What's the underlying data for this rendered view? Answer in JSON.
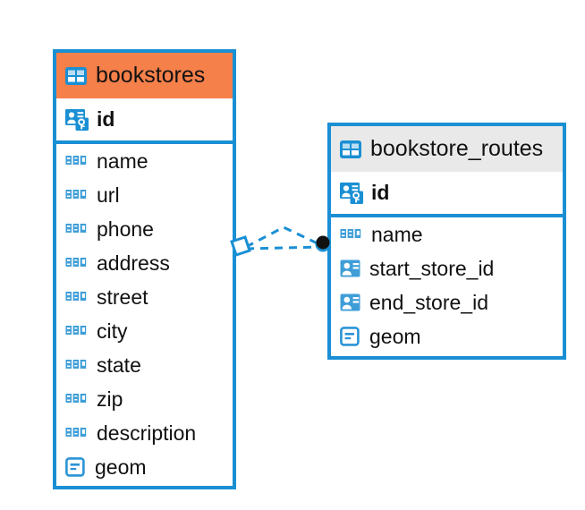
{
  "diagram": {
    "type": "entity-relationship-diagram",
    "background": "#ffffff",
    "accent_color": "#1a8fd4",
    "header_highlight_color": "#f5804a",
    "header_neutral_color": "#e9e9e9"
  },
  "entities": [
    {
      "name": "bookstores",
      "header_style": "accent",
      "table_icon": "table-icon",
      "primary_key": {
        "label": "id",
        "icon": "primary-key-icon"
      },
      "fields": [
        {
          "label": "name",
          "icon": "text-type-icon"
        },
        {
          "label": "url",
          "icon": "text-type-icon"
        },
        {
          "label": "phone",
          "icon": "text-type-icon"
        },
        {
          "label": "address",
          "icon": "text-type-icon"
        },
        {
          "label": "street",
          "icon": "text-type-icon"
        },
        {
          "label": "city",
          "icon": "text-type-icon"
        },
        {
          "label": "state",
          "icon": "text-type-icon"
        },
        {
          "label": "zip",
          "icon": "text-type-icon"
        },
        {
          "label": "description",
          "icon": "text-type-icon"
        },
        {
          "label": "geom",
          "icon": "geometry-type-icon"
        }
      ]
    },
    {
      "name": "bookstore_routes",
      "header_style": "neutral",
      "table_icon": "table-icon",
      "primary_key": {
        "label": "id",
        "icon": "primary-key-icon"
      },
      "fields": [
        {
          "label": "name",
          "icon": "text-type-icon"
        },
        {
          "label": "start_store_id",
          "icon": "foreign-key-icon"
        },
        {
          "label": "end_store_id",
          "icon": "foreign-key-icon"
        },
        {
          "label": "geom",
          "icon": "geometry-type-icon"
        }
      ]
    }
  ],
  "relationship": {
    "source_entity": "bookstores",
    "target_entity": "bookstore_routes",
    "line_style": "dashed",
    "line_color": "#1a8fd4",
    "source_marker": "diamond-marker",
    "target_marker": "filled-circle-marker"
  },
  "icon_labels": {
    "text_type": "ABC",
    "table": "table-icon",
    "primary_key": "primary-key-icon",
    "foreign_key": "foreign-key-icon",
    "geometry": "geometry-type-icon"
  }
}
